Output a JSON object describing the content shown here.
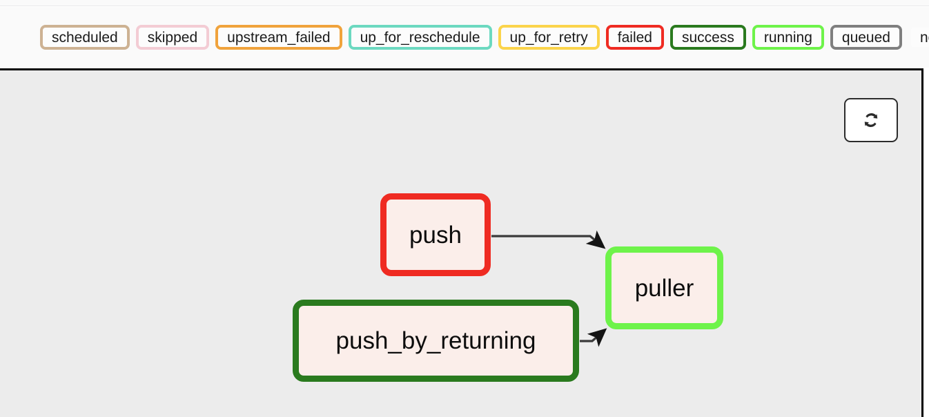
{
  "legend": {
    "name": "task-state-legend",
    "chips": [
      {
        "label": "scheduled",
        "border": "#cdb293",
        "fill": "#fcfcfc"
      },
      {
        "label": "skipped",
        "border": "#f3ccd4",
        "fill": "#fcfcfc"
      },
      {
        "label": "upstream_failed",
        "border": "#f0a33c",
        "fill": "#fcfcfc"
      },
      {
        "label": "up_for_reschedule",
        "border": "#6cd9c0",
        "fill": "#fcfcfc"
      },
      {
        "label": "up_for_retry",
        "border": "#fbd44b",
        "fill": "#fcfcfc"
      },
      {
        "label": "failed",
        "border": "#ef2b22",
        "fill": "#fcfcfc"
      },
      {
        "label": "success",
        "border": "#2a7a1e",
        "fill": "#fcfcfc"
      },
      {
        "label": "running",
        "border": "#6ef34a",
        "fill": "#fcfcfc"
      },
      {
        "label": "queued",
        "border": "#7f7f7f",
        "fill": "#fcfcfc"
      },
      {
        "label": "no_status",
        "border": "#fafafa",
        "fill": "#fcfcfc"
      }
    ]
  },
  "toolbar": {
    "refresh_label": "refresh-graph",
    "refresh_icon": "refresh-icon"
  },
  "graph": {
    "background": "#ececec",
    "node_fill": "#fbeeea",
    "edge_color": "#3a3a3a",
    "nodes": [
      {
        "id": "push",
        "label": "push",
        "state": "failed",
        "border": "#ef2b22"
      },
      {
        "id": "push_by_returning",
        "label": "push_by_returning",
        "state": "success",
        "border": "#2a7a1e"
      },
      {
        "id": "puller",
        "label": "puller",
        "state": "running",
        "border": "#6ef34a"
      }
    ],
    "edges": [
      {
        "from": "push",
        "to": "puller"
      },
      {
        "from": "push_by_returning",
        "to": "puller"
      }
    ]
  }
}
